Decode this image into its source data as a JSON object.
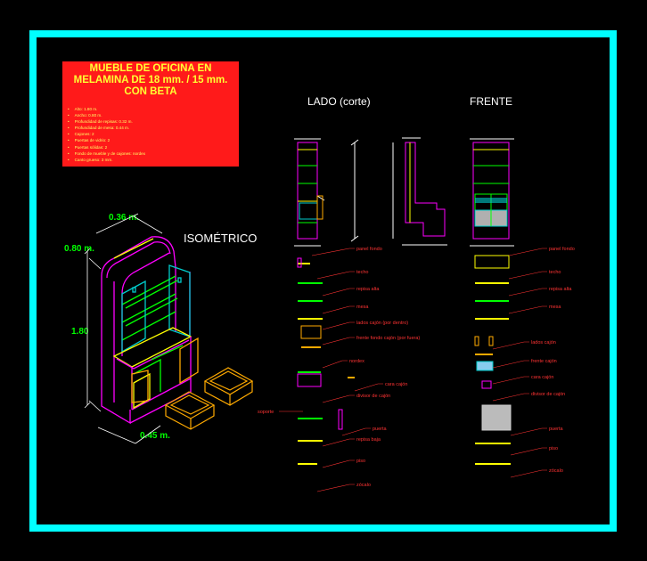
{
  "title": {
    "line1": "MUEBLE DE OFICINA EN",
    "line2": "MELAMINA DE  18 mm. / 15 mm.",
    "line3": "CON BETA"
  },
  "specs": [
    "Alto: 1.80 m.",
    "Ancho: 0.80 m.",
    "Profundidad de repisas: 0.32 m.",
    "Profundidad de mesa: 0.44 m.",
    "Cajones: 2",
    "Puertas de vidrio: 2",
    "Puertas sólidas: 2",
    "Fondo de mueble y de cajones: nordex",
    "Canto grueso: 3 mm."
  ],
  "views": {
    "isometric": "ISOMÉTRICO",
    "side": "LADO (corte)",
    "front": "FRENTE"
  },
  "dimensions": {
    "depth": "0.36 m.",
    "width": "0.80 m.",
    "height": "1.80",
    "base": "0.45 m."
  },
  "parts_side": [
    "panel fondo",
    "techo",
    "repisa alta",
    "mesa",
    "lados cajón (por dentro)",
    "frente fondo cajón (por fuera)",
    "nordex",
    "cara cajón",
    "divisor de cajón",
    "puerta",
    "repisa baja",
    "piso",
    "zócalo"
  ],
  "part_side_extra": "soporte",
  "parts_front": [
    "panel fondo",
    "techo",
    "repisa alta",
    "mesa",
    "lados cajón",
    "frente cajón",
    "cara cajón",
    "divisor de cajón",
    "puerta",
    "piso",
    "zócalo"
  ],
  "colors": {
    "border": "#00ffff",
    "title_bg": "#ff1a1a",
    "title_text": "#ffff33",
    "label_text": "#ff3333",
    "dimension": "#00ff00",
    "panel_magenta": "#ff00ff",
    "panel_yellow": "#ffff00",
    "glass": "#00cccc",
    "drawer_orange": "#ffaa00"
  }
}
